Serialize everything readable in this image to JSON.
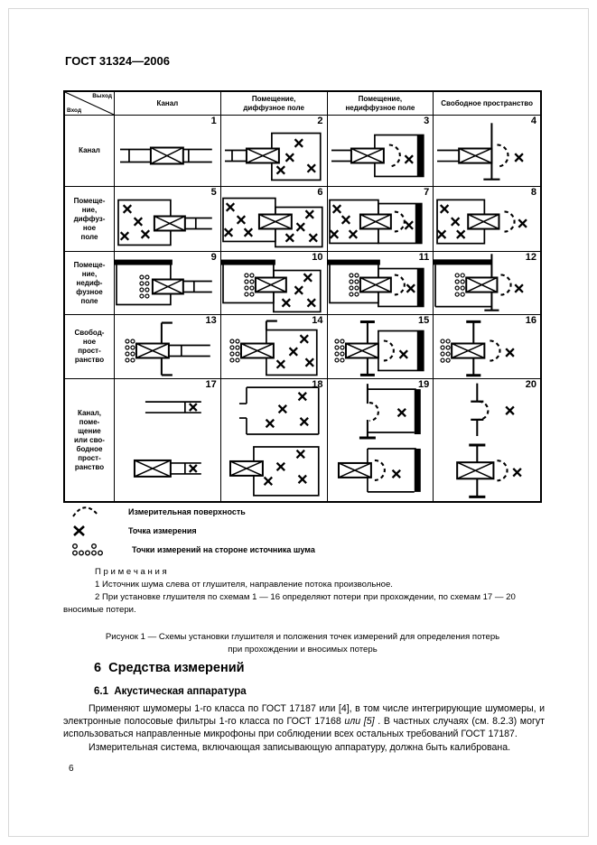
{
  "header": {
    "doc_number": "ГОСТ 31324—2006"
  },
  "figure_table": {
    "corner": {
      "top_label": "Выход",
      "bottom_label": "Вход"
    },
    "col_headers": [
      "Канал",
      "Помещение,\nдиффузное поле",
      "Помещение,\nнедиффузное поле",
      "Свободное пространство"
    ],
    "row_headers": [
      "Канал",
      "Помеще-\nние,\nдиффуз-\nное\nполе",
      "Помеще-\nние,\nнедиф-\nфузное\nполе",
      "Свобод-\nное\nпрост-\nранство",
      "Канал,\nпоме-\nщение\nили сво-\nбодное\nпрост-\nранство"
    ],
    "cell_numbers": [
      "1",
      "2",
      "3",
      "4",
      "5",
      "6",
      "7",
      "8",
      "9",
      "10",
      "11",
      "12",
      "13",
      "14",
      "15",
      "16",
      "17",
      "18",
      "19",
      "20"
    ]
  },
  "legend": {
    "items": [
      {
        "icon": "measurement-surface-icon",
        "label": "Измерительная поверхность"
      },
      {
        "icon": "measurement-point-icon",
        "label": "Точка измерения"
      },
      {
        "icon": "source-side-points-icon",
        "label": "Точки измерений на стороне источника шума"
      }
    ]
  },
  "notes": {
    "title": "П р и м е ч а н и я",
    "items": [
      "1 Источник шума слева от глушителя, направление потока произвольное.",
      "2 При установке глушителя по схемам 1 — 16 определяют потери при прохождении, по схемам 17 — 20 вносимые потери."
    ]
  },
  "figure_caption": "Рисунок 1 — Схемы установки глушителя и положения точек измерений для определения потерь\nпри прохождении и вносимых потерь",
  "section": {
    "heading": "6  Средства измерений",
    "subheading": "6.1  Акустическая аппаратура",
    "paragraph1": {
      "part_a": "Применяют шумомеры 1-го класса по ГОСТ 17187 или [4], в том числе интегрирующие шумомеры, и электронные полосовые фильтры 1-го класса по ГОСТ 17168 ",
      "part_b_italic": "или [5]",
      "part_c": " . В частных случаях (см. 8.2.3) могут использоваться направленные микрофоны при соблюдении всех остальных требований ГОСТ 17187."
    },
    "paragraph2": "Измерительная система, включающая записывающую аппаратуру, должна быть калибрована."
  },
  "footer": {
    "page_number": "6"
  }
}
